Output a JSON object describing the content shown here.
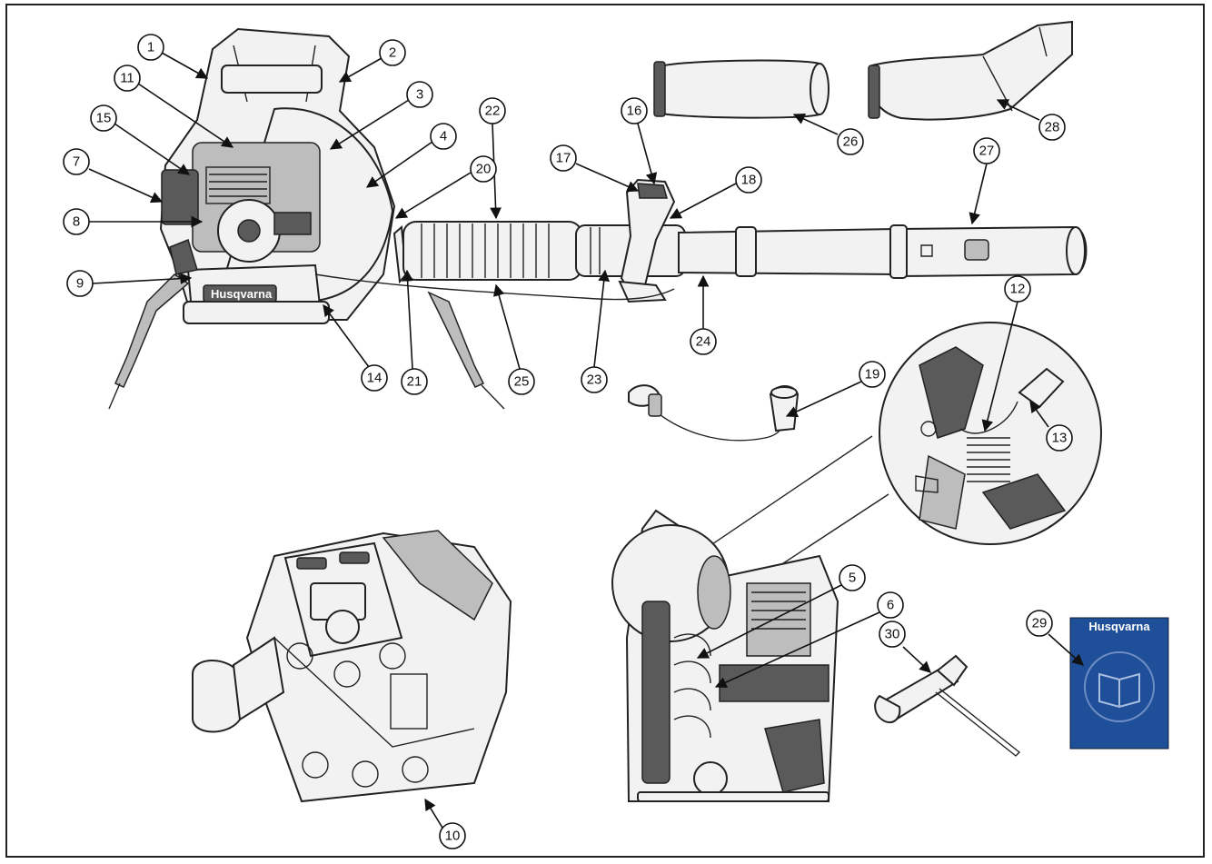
{
  "figure": {
    "brand_text": "Husqvarna",
    "manual_brand": "Husqvarna",
    "manual_color": "#1f4f99",
    "callouts": [
      "1",
      "2",
      "3",
      "4",
      "5",
      "6",
      "7",
      "8",
      "9",
      "10",
      "11",
      "12",
      "13",
      "14",
      "15",
      "16",
      "17",
      "18",
      "19",
      "20",
      "21",
      "22",
      "23",
      "24",
      "25",
      "26",
      "27",
      "28",
      "29",
      "30"
    ]
  }
}
